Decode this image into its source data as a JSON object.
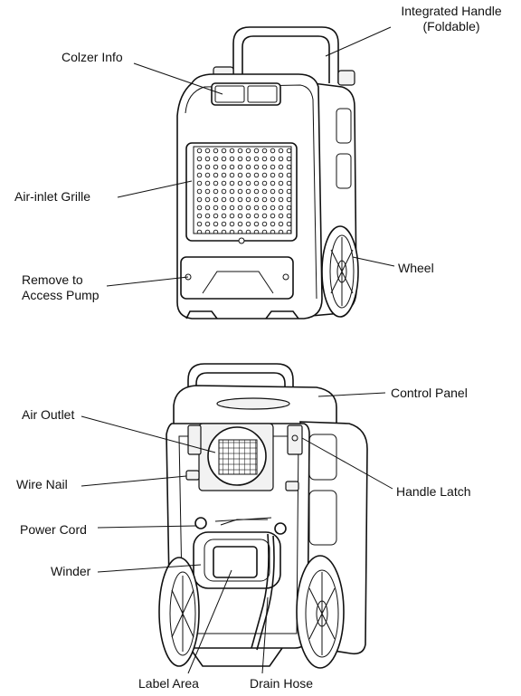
{
  "labels": {
    "integrated_handle_line1": "Integrated Handle",
    "integrated_handle_line2": "(Foldable)",
    "colzer_info": "Colzer Info",
    "air_inlet_grille": "Air-inlet Grille",
    "remove_to_line1": "Remove to",
    "remove_to_line2": "Access Pump",
    "wheel": "Wheel",
    "control_panel": "Control Panel",
    "air_outlet": "Air Outlet",
    "wire_nail": "Wire Nail",
    "handle_latch": "Handle Latch",
    "power_cord": "Power Cord",
    "winder": "Winder",
    "label_area": "Label Area",
    "drain_hose": "Drain Hose"
  }
}
